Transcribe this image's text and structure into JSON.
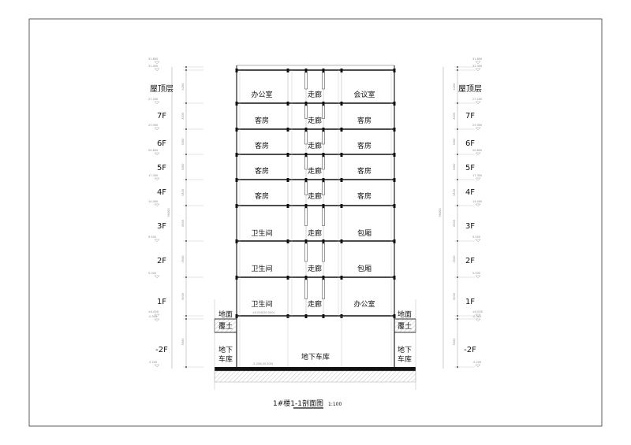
{
  "title": "1#楼1-1剖面图",
  "scale": "1:100",
  "floors": [
    {
      "label": "屋顶层",
      "rooms": [
        "办公室",
        "走廊",
        "会议室"
      ],
      "elevation": "27.200",
      "dimension": "4200"
    },
    {
      "label": "7F",
      "rooms": [
        "客房",
        "走廊",
        "客房"
      ],
      "elevation": "23.900",
      "dimension": "3300"
    },
    {
      "label": "6F",
      "rooms": [
        "客房",
        "走廊",
        "客房"
      ],
      "elevation": "20.600",
      "dimension": "3300"
    },
    {
      "label": "5F",
      "rooms": [
        "客房",
        "走廊",
        "客房"
      ],
      "elevation": "17.300",
      "dimension": "3300"
    },
    {
      "label": "4F",
      "rooms": [
        "客房",
        "走廊",
        "客房"
      ],
      "elevation": "14.000",
      "dimension": "3300"
    },
    {
      "label": "3F",
      "rooms": [
        "卫生间",
        "走廊",
        "包厢"
      ],
      "elevation": "9.500",
      "dimension": "4500"
    },
    {
      "label": "2F",
      "rooms": [
        "卫生间",
        "走廊",
        "包厢"
      ],
      "elevation": "5.000",
      "dimension": "4500"
    },
    {
      "label": "1F",
      "rooms": [
        "卫生间",
        "走廊",
        "办公室"
      ],
      "elevation": "±0.000",
      "dimension": "5000"
    }
  ],
  "top_elevations": [
    "31.800",
    "31.400"
  ],
  "basement": {
    "label": "-2F",
    "room": "地下车库",
    "elevation": "-5.200",
    "dimension": "5000",
    "side_ground": "地面",
    "side_soil": "覆土",
    "side_garage": "地下\n车库",
    "ground_elevation": "-0.300"
  },
  "inner_marks": [
    "±0.000(50.500)",
    "-5.200(45.500)"
  ],
  "total_dimension": "36400"
}
